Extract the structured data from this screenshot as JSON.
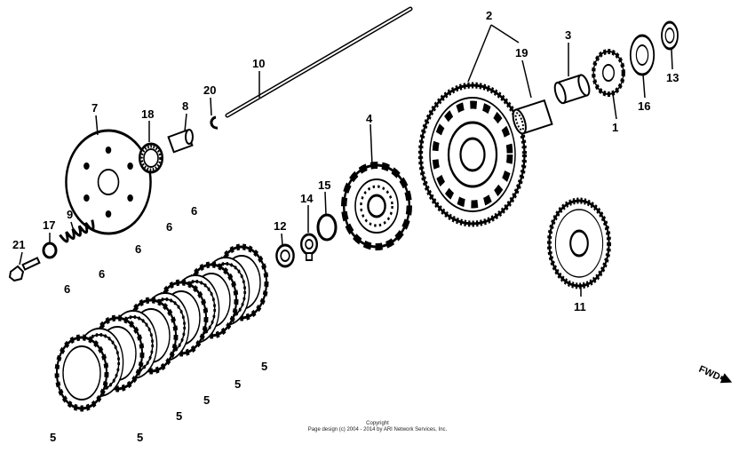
{
  "diagram": {
    "callouts": {
      "n1": "1",
      "n2": "2",
      "n3": "3",
      "n4": "4",
      "n5": "5",
      "n6": "6",
      "n7": "7",
      "n8": "8",
      "n9": "9",
      "n10": "10",
      "n11": "11",
      "n12": "12",
      "n13": "13",
      "n14": "14",
      "n15": "15",
      "n16": "16",
      "n17": "17",
      "n18": "18",
      "n19": "19",
      "n20": "20",
      "n21": "21"
    },
    "fwd_label": "FWD",
    "copyright_line1": "Copyright",
    "copyright_line2": "Page design (c) 2004 - 2014 by ARI Network Services, Inc."
  }
}
